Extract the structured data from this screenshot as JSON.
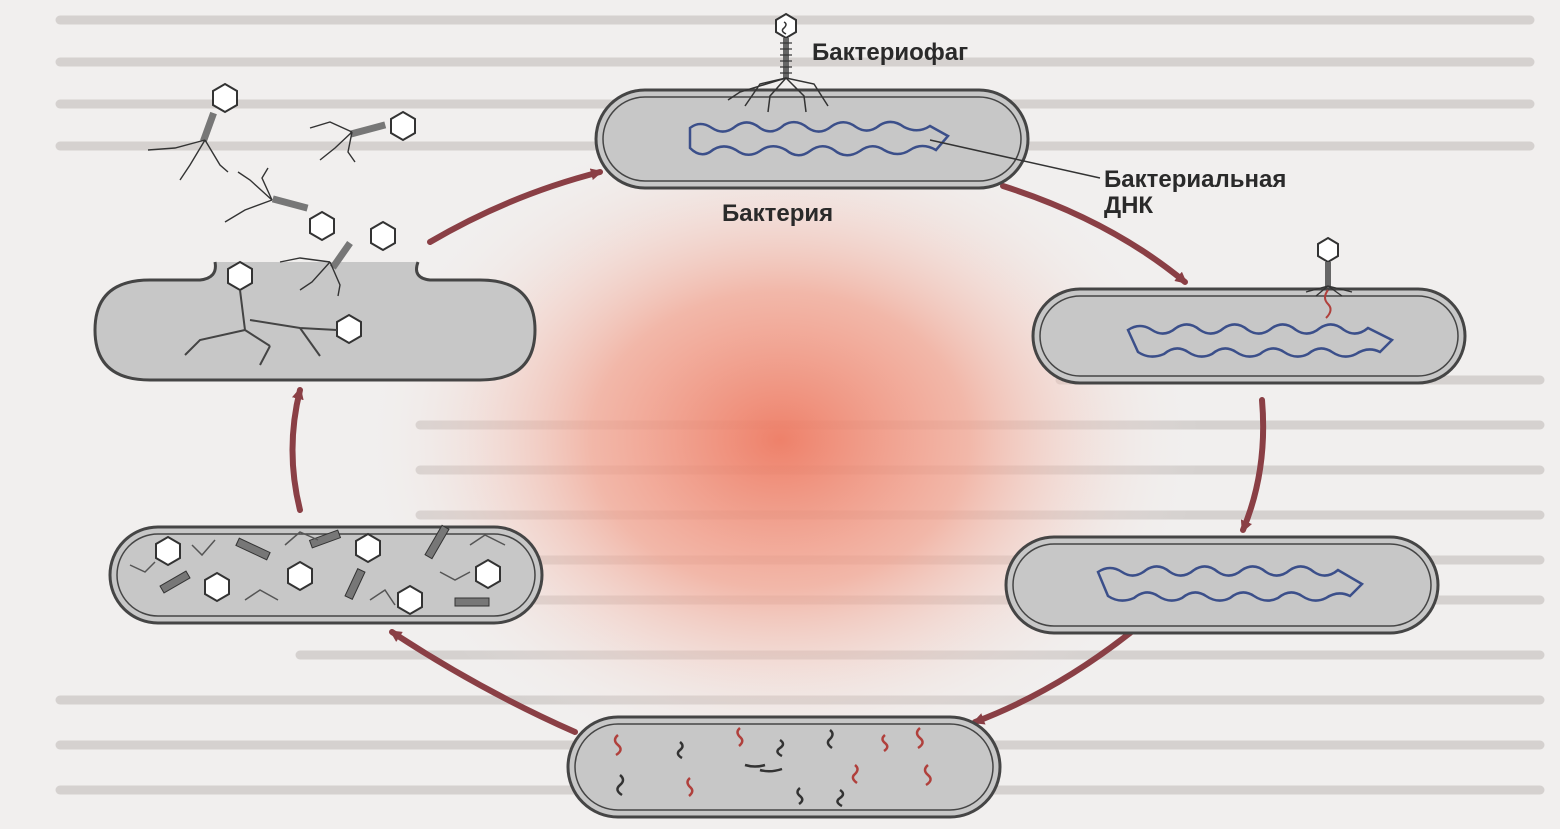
{
  "labels": {
    "bacteriophage": "Бактериофаг",
    "bacterium": "Бактерия",
    "bacterial_dna_line1": "Бактериальная",
    "bacterial_dna_line2": "ДНК"
  },
  "colors": {
    "arrow": "#8a3f45",
    "cell_fill": "#c7c7c7",
    "cell_stroke": "#454545",
    "dna_stroke": "#3b4f8a",
    "phage_dna": "#b0403c",
    "background_glow": "#f08a72"
  },
  "stages": [
    "adsorption",
    "injection",
    "host-dna-intact",
    "phage-dna-replication",
    "assembly",
    "lysis-release"
  ]
}
